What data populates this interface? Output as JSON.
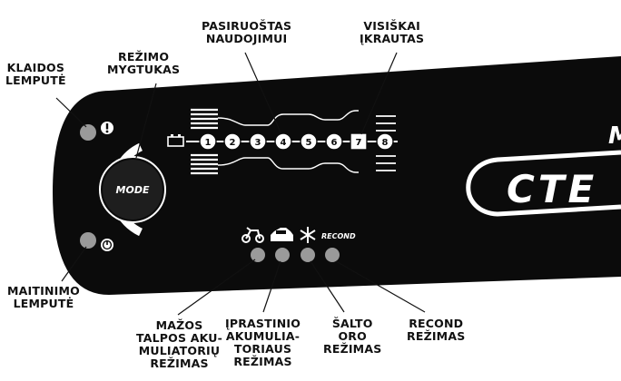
{
  "labels": {
    "error_lamp": [
      "KLAIDOS",
      "LEMPUTĖ"
    ],
    "mode_button": [
      "REŽIMO",
      "MYGTUKAS"
    ],
    "ready_to_use": [
      "PASIRUOŠTAS",
      "NAUDOJIMUI"
    ],
    "fully_charged": [
      "VISIŠKAI",
      "ĮKRAUTAS"
    ],
    "power_lamp": [
      "MAITINIMO",
      "LEMPUTĖ"
    ],
    "small_battery_mode": [
      "MAŽOS",
      "TALPOS AKU-",
      "MULIATORIŲ",
      "REŽIMAS"
    ],
    "normal_battery_mode": [
      "ĮPRASTINIO",
      "AKUMULIA-",
      "TORIAUS",
      "REŽIMAS"
    ],
    "cold_mode": [
      "ŠALTO",
      "ORO",
      "REŽIMAS"
    ],
    "recond_mode": [
      "RECOND",
      "REŽIMAS"
    ]
  },
  "panel": {
    "mode_button_text": "MODE",
    "recond_text": "RECOND",
    "brand_text": "CTE",
    "model_fragment": "M",
    "steps": [
      "1",
      "2",
      "3",
      "4",
      "5",
      "6",
      "7",
      "8"
    ]
  },
  "colors": {
    "panel": "#0b0b0b",
    "lamp": "#9a9a9a",
    "foreground": "#ffffff",
    "label_text": "#111111"
  }
}
